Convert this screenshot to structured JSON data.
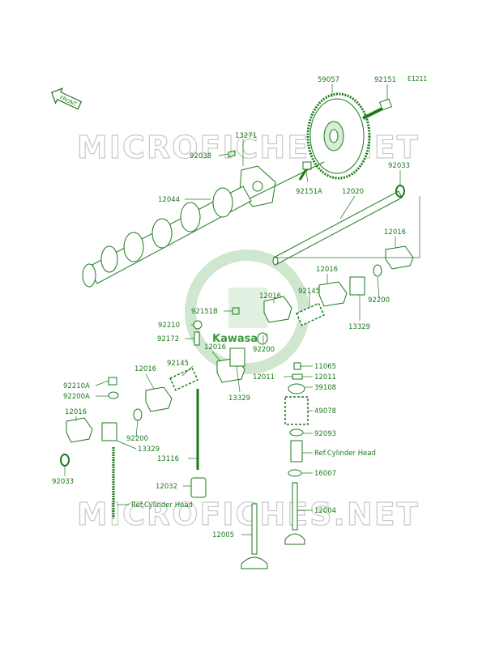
{
  "diagram_code": "E1211",
  "front_label": "FRONT",
  "watermark_text": "MICROFICHES.NET",
  "brand_text": "Kawasaki",
  "colors": {
    "ink": "#1a7a1a",
    "watermark": "#c8c8c8",
    "logo": "#3a9a3a"
  },
  "parts": {
    "p59057": "59057",
    "p92151": "92151",
    "p13271": "13271",
    "p92038": "92038",
    "p92151A": "92151A",
    "p92033a": "92033",
    "p12044": "12044",
    "p12020": "12020",
    "p12016a": "12016",
    "p12016b": "12016",
    "p12016c": "12016",
    "p92145a": "92145",
    "p92200a": "92200",
    "p13329a": "13329",
    "p92151B": "92151B",
    "p92210": "92210",
    "p92172": "92172",
    "p12016d": "12016",
    "p92145b": "92145",
    "p92200b": "92200",
    "p11065": "11065",
    "p12011a": "12011",
    "p12011b": "12011",
    "p39108": "39108",
    "p13329b": "13329",
    "p92210A": "92210A",
    "p92200A": "92200A",
    "p12016e": "12016",
    "p49078": "49078",
    "p12016f": "12016",
    "p92200c": "92200",
    "p13329c": "13329",
    "p92093": "92093",
    "p13116": "13116",
    "p92033b": "92033",
    "p16007": "16007",
    "p12032": "12032",
    "p12004": "12004",
    "p12005": "12005",
    "ref1": "Ref.Cylinder Head",
    "ref2": "Ref.Cylinder Head"
  }
}
